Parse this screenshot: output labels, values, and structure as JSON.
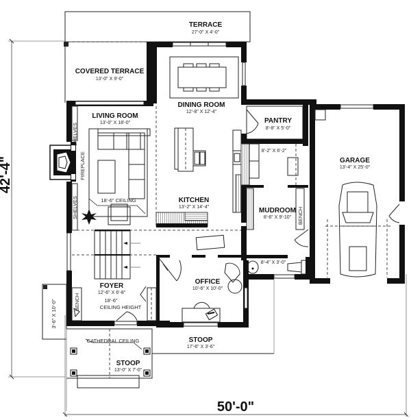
{
  "plan": {
    "overall_width": "50'-0\"",
    "overall_depth": "42'-4\"",
    "rooms": [
      {
        "id": "terrace",
        "name": "TERRACE",
        "dims": "27'-0\" X 4'-0\""
      },
      {
        "id": "covered_terrace",
        "name": "COVERED TERRACE",
        "dims": "13'-0\" X 9'-0\""
      },
      {
        "id": "dining_room",
        "name": "DINING ROOM",
        "dims": "12'-8\" X 12'-4\""
      },
      {
        "id": "pantry",
        "name": "PANTRY",
        "dims": "8'-8\" X 5'-0\""
      },
      {
        "id": "living_room",
        "name": "LIVING ROOM",
        "dims": "13'-0\" X 18'-0\""
      },
      {
        "id": "laundry",
        "name": "",
        "dims": "8'-2\" X 6'-2\""
      },
      {
        "id": "garage",
        "name": "GARAGE",
        "dims": "13'-4\" X 25'-0\""
      },
      {
        "id": "kitchen",
        "name": "KITCHEN",
        "dims": "13'-2\" X 14'-4\""
      },
      {
        "id": "mudroom",
        "name": "MUDROOM",
        "dims": "8'-6\" X 9'-10\""
      },
      {
        "id": "powder_room",
        "name": "",
        "dims": "8'-4\" X 3'-0\""
      },
      {
        "id": "office",
        "name": "OFFICE",
        "dims": "10'-6\" X 10'-0\""
      },
      {
        "id": "foyer",
        "name": "FOYER",
        "dims": "12'-6\" X 6'-8\""
      },
      {
        "id": "stoop_side",
        "name": "STOOP",
        "dims": "17'-6\" X 3'-6\""
      },
      {
        "id": "stoop_front",
        "name": "STOOP",
        "dims": "13'-0\" X 7'-0\""
      }
    ],
    "labels": {
      "shelves": "SHELVES",
      "fireplace": "FIREPLACE",
      "bench": "BENCH",
      "living_ceiling": "18'-6\" CEILING",
      "foyer_ceiling_1": "18'-6\"",
      "foyer_ceiling_2": "CEILING HEIGHT",
      "cathedral_ceiling": "CATHEDRAL CEILING",
      "porch_dims": "3'-6\" X 10'-0\""
    }
  }
}
